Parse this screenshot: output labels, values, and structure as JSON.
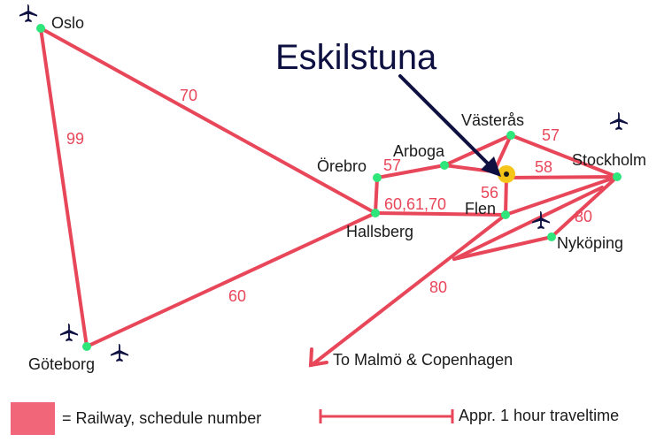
{
  "colors": {
    "rail": "#e8475a",
    "node": "#2ee67a",
    "highlight": "#f5c518",
    "text": "#1a1a1a",
    "arrow": "#0d1040"
  },
  "title": "Eskilstuna",
  "cities": {
    "oslo": "Oslo",
    "goteborg": "Göteborg",
    "hallsberg": "Hallsberg",
    "orebro": "Örebro",
    "arboga": "Arboga",
    "vasteras": "Västerås",
    "stockholm": "Stockholm",
    "flen": "Flen",
    "nykoping": "Nyköping"
  },
  "routes": {
    "oslo_hallsberg": "70",
    "oslo_goteborg": "99",
    "goteborg_hallsberg": "60",
    "hallsberg_flen": "60,61,70",
    "orebro_arboga": "57",
    "vasteras_stockholm": "57",
    "eskilstuna_stockholm": "58",
    "eskilstuna_flen": "56",
    "stockholm_nykoping": "80",
    "south": "80"
  },
  "destination": "To Malmö & Copenhagen",
  "legend": {
    "railway": "= Railway, schedule number",
    "travel": "Appr. 1 hour traveltime"
  },
  "icons": [
    "airplane-icon"
  ]
}
